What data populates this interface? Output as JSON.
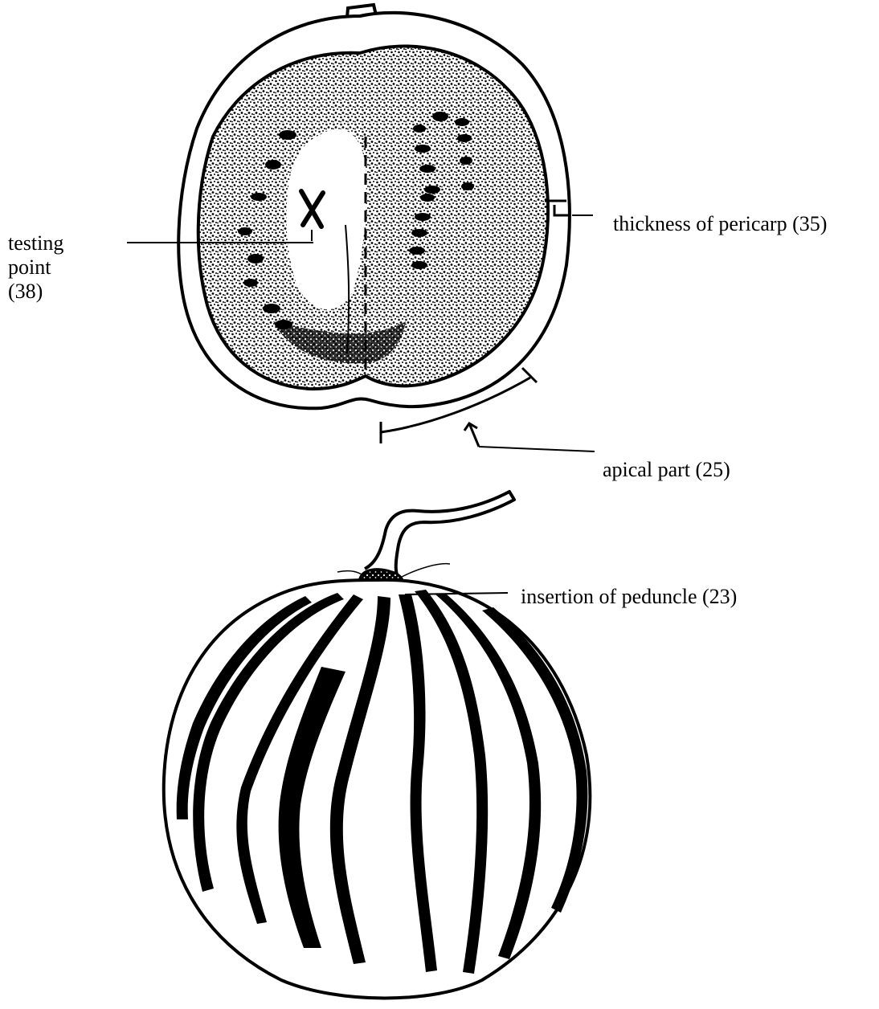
{
  "labels": {
    "testing_point": {
      "line1": "testing",
      "line2": "point",
      "line3": "(38)"
    },
    "pericarp": "thickness of pericarp (35)",
    "apical": "apical part (25)",
    "peduncle": "insertion of peduncle (23)"
  },
  "colors": {
    "ink": "#000000",
    "paper": "#ffffff"
  }
}
